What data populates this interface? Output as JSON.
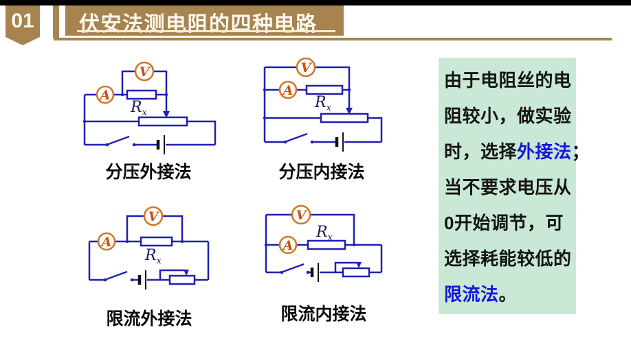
{
  "header": {
    "badge_label": "01",
    "title": "伏安法测电阻的四种电路"
  },
  "meters": {
    "voltmeter_symbol": "V",
    "ammeter_symbol": "A"
  },
  "resistor": {
    "symbol": "R",
    "subscript": "x"
  },
  "circuits": [
    {
      "label": "分压外接法"
    },
    {
      "label": "分压内接法"
    },
    {
      "label": "限流外接法"
    },
    {
      "label": "限流内接法"
    }
  ],
  "note_panel": {
    "line1": "由于电阻丝的电",
    "line2": "阻较小，做实验",
    "line3_pre": "时，选择",
    "line3_highlight": "外接法",
    "line3_post": "；",
    "line4": "当不要求电压从",
    "line5": "0开始调节，可",
    "line6": "选择耗能较低的",
    "line7_highlight": "限流法",
    "line7_post": "。"
  },
  "colors": {
    "top_bar": "#000000",
    "header_brown": "#a7834f",
    "header_underline": "#f5ecd4",
    "wire_blue": "#1f1fb4",
    "meter_orange": "#d07828",
    "meter_letter": "#c8520e",
    "panel_bg": "#c9e8d5",
    "panel_highlight": "#1414dd",
    "battery_black": "#111111"
  }
}
